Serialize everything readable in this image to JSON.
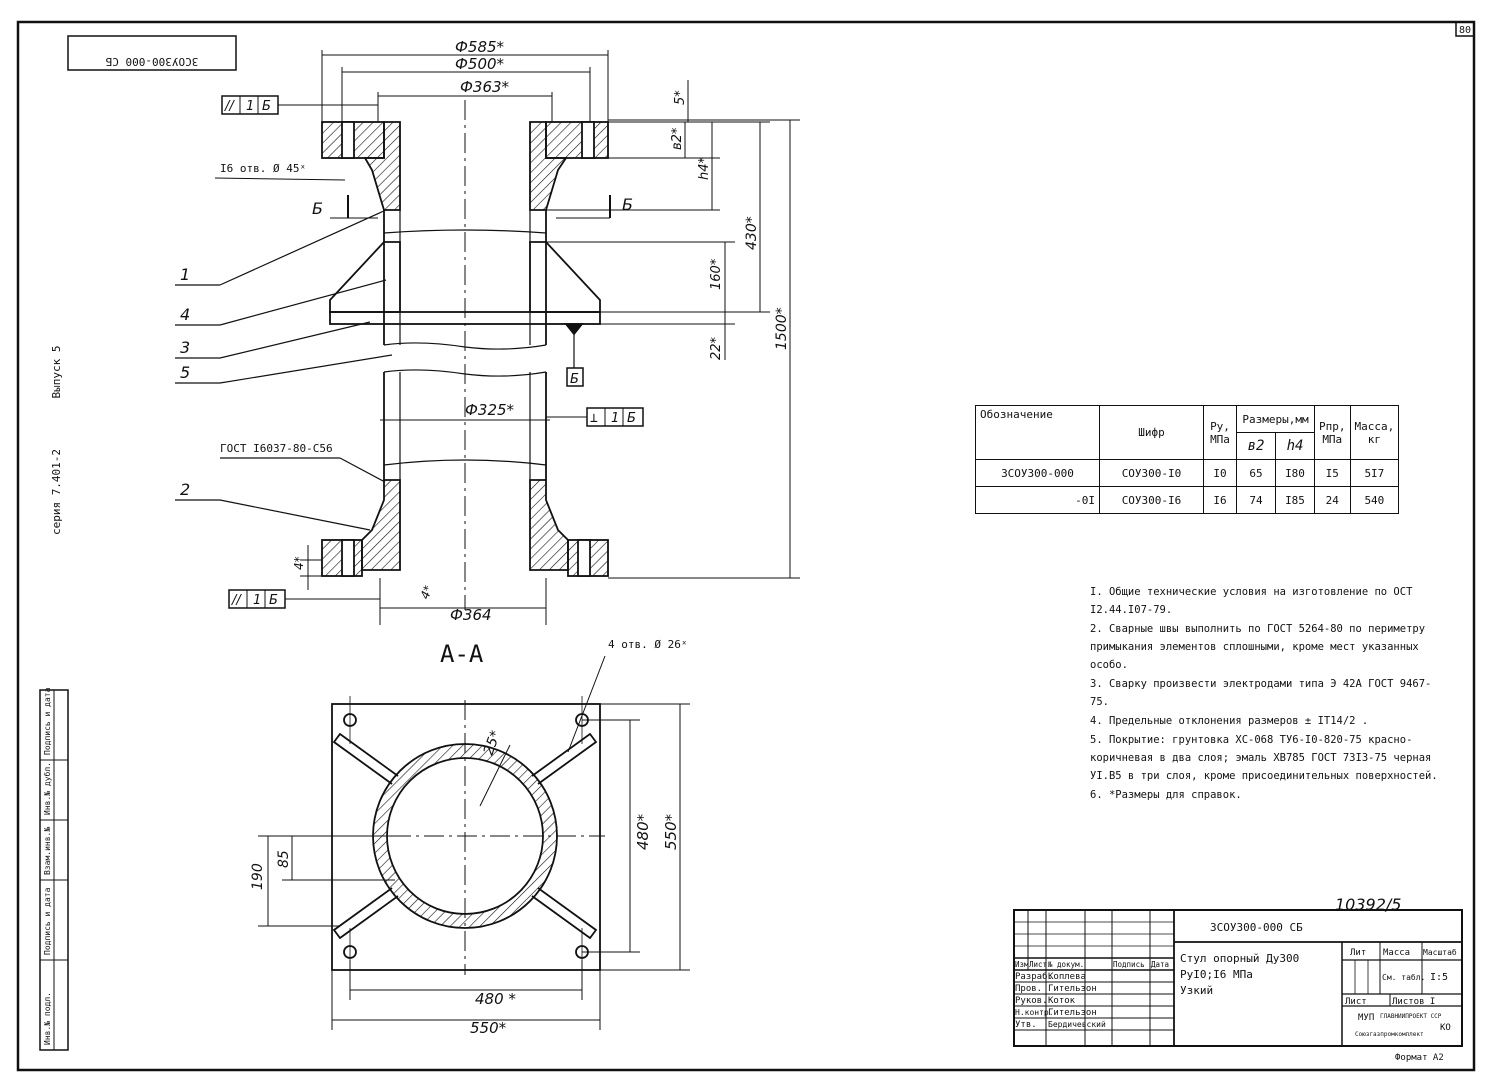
{
  "sheet": {
    "sheet_number": "80",
    "archive_number": "10392/5",
    "designation_mirrored": "3СОУ300-000 СБ",
    "series_label": "серия 7.401-2",
    "issue_label": "Выпуск 5",
    "format_label": "Формат А2",
    "side_stamp_cols": [
      "Инв.№ подл.",
      "Подпись и дата",
      "Взам.инв.№",
      "Инв.№ дубл.",
      "Подпись и дата"
    ]
  },
  "drawing": {
    "dims": {
      "d585": "Ф585*",
      "d500": "Ф500*",
      "d363": "Ф363*",
      "d325": "Ф325*",
      "d364": "Ф364",
      "h430": "430*",
      "h1500": "1500*",
      "h160": "160*",
      "h22": "22*",
      "h5": "5*",
      "h4": "4*",
      "v4": "4*",
      "b2": "в2*",
      "h4sym": "h4*",
      "holes16": "I6 отв. Ø 45ˣ",
      "holes4": "4 отв. Ø 26ˣ",
      "d480v": "480*",
      "d550v": "550*",
      "d480h": "480 *",
      "d550h": "550*",
      "d190": "190",
      "d85": "85",
      "angle25": "25*"
    },
    "section_label": "А-А",
    "section_mark": "Б",
    "gost_weld": "ГОСТ I6037-80-С56",
    "tolerance_frames": [
      "//",
      "1",
      "Б"
    ],
    "perp_frame": [
      "⊥",
      "1",
      "Б"
    ],
    "datum_box": "Б",
    "leaders": [
      "1",
      "4",
      "3",
      "5",
      "2"
    ]
  },
  "spec_table": {
    "headers": {
      "designation": "Обозначение",
      "code": "Шифр",
      "pressure": "Ру, МПа",
      "dims": "Размеры,мм",
      "b2": "в2",
      "h4": "h4",
      "ptest": "Рпр, МПа",
      "mass": "Масса, кг"
    },
    "rows": [
      {
        "designation": "3СОУ300-000",
        "code": "СОУ300-I0",
        "pressure": "I0",
        "b2": "65",
        "h4": "I80",
        "ptest": "I5",
        "mass": "5I7"
      },
      {
        "designation": "-0I",
        "code": "СОУ300-I6",
        "pressure": "I6",
        "b2": "74",
        "h4": "I85",
        "ptest": "24",
        "mass": "540"
      }
    ]
  },
  "notes": [
    "I. Общие технические условия на изготовление по ОСТ I2.44.I07-79.",
    "2. Сварные швы выполнить по ГОСТ 5264-80 по периметру примыкания элементов сплошными, кроме мест указанных особо.",
    "3. Сварку произвести электродами типа Э 42А ГОСТ 9467-75.",
    "4. Предельные отклонения размеров ± IT14/2 .",
    "5. Покрытие: грунтовка ХС-068 ТУ6-I0-820-75 красно-коричневая в два слоя; эмаль ХВ785 ГОСТ 73I3-75 черная УI.В5 в три слоя, кроме присоединительных поверхностей.",
    "6. *Размеры для справок."
  ],
  "title_block": {
    "designation": "3СОУ300-000 СБ",
    "title_line1": "Стул опорный Ду300",
    "title_line2": "РуI0;I6 МПа",
    "title_line3": "Узкий",
    "col_headers": [
      "Изм",
      "Лист",
      "№ докум.",
      "Подпись",
      "Дата"
    ],
    "roles": [
      {
        "role": "Разраб.",
        "name": "Коплева"
      },
      {
        "role": "Пров.",
        "name": "Гительзон"
      },
      {
        "role": "Руков.",
        "name": "Коток"
      },
      {
        "role": "Н.контр.",
        "name": "Гительзон"
      },
      {
        "role": "Утв.",
        "name": "Бердичевский"
      }
    ],
    "lit_label": "Лит",
    "mass_label": "Масса",
    "scale_label": "Масштаб",
    "mass_value": "См. табл.",
    "scale_value": "I:5",
    "sheet_label": "Лист",
    "sheets_label": "Листов I",
    "org_line1": "МУП",
    "org_line2": "ГЛАВНИИПРОЕКТ ССР",
    "org_line3": "Союзгазпромкомплект",
    "org_code": "КО"
  }
}
